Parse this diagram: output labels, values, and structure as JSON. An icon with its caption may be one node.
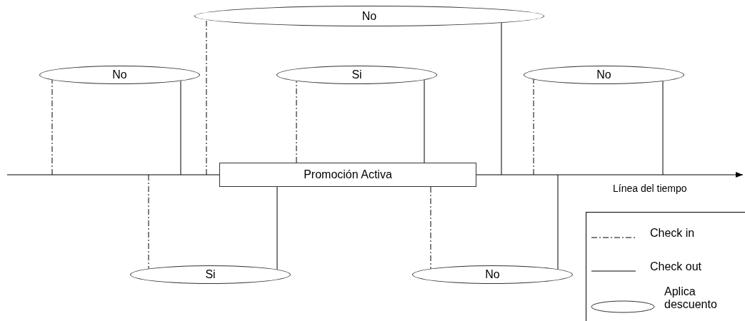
{
  "diagram": {
    "nodes": [
      {
        "text": [
          "No"
        ]
      },
      {
        "text": [
          "No"
        ]
      },
      {
        "text": [
          "Si"
        ]
      },
      {
        "text": [
          "No"
        ]
      },
      {
        "text": [
          "Promoción Activa"
        ]
      },
      {
        "text": [
          "Si"
        ]
      },
      {
        "text": [
          "No"
        ]
      }
    ],
    "edges": [
      {
        "from": null,
        "to": 1,
        "arrow": "none",
        "style": "dashed"
      },
      {
        "from": null,
        "to": 1,
        "arrow": "none"
      },
      {
        "from": null,
        "to": 0,
        "arrow": "none",
        "style": "dashed"
      },
      {
        "from": 4,
        "to": 2,
        "arrow": "none",
        "style": "dashed"
      },
      {
        "from": 4,
        "to": 2,
        "arrow": "none"
      },
      {
        "from": null,
        "to": 0,
        "arrow": "none"
      },
      {
        "from": null,
        "to": 3,
        "arrow": "none",
        "style": "dashed"
      },
      {
        "from": null,
        "to": 3,
        "arrow": "none"
      },
      {
        "from": null,
        "to": 5,
        "arrow": "none",
        "style": "dashed"
      },
      {
        "from": 4,
        "to": 5,
        "arrow": "none"
      },
      {
        "from": 4,
        "to": 6,
        "arrow": "none",
        "style": "dashed"
      },
      {
        "from": null,
        "to": 6,
        "arrow": "none"
      }
    ],
    "labels": [
      "Línea del tiempo"
    ],
    "legend": [
      {
        "text": "Check in"
      },
      {
        "text": "Check out"
      },
      {
        "text": "Aplica descuento"
      }
    ]
  }
}
